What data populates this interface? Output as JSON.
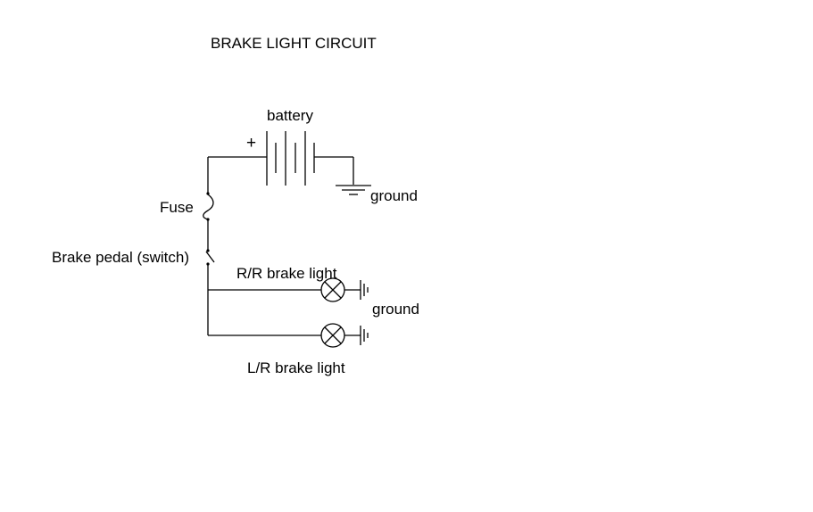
{
  "title": "BRAKE LIGHT CIRCUIT",
  "labels": {
    "battery": "battery",
    "battery_plus": "+",
    "ground_battery": "ground",
    "fuse": "Fuse",
    "switch": "Brake pedal (switch)",
    "rr_light": "R/R brake light",
    "ground_lights": "ground",
    "lr_light": "L/R brake light"
  },
  "colors": {
    "line": "#000000",
    "background": "#ffffff"
  }
}
